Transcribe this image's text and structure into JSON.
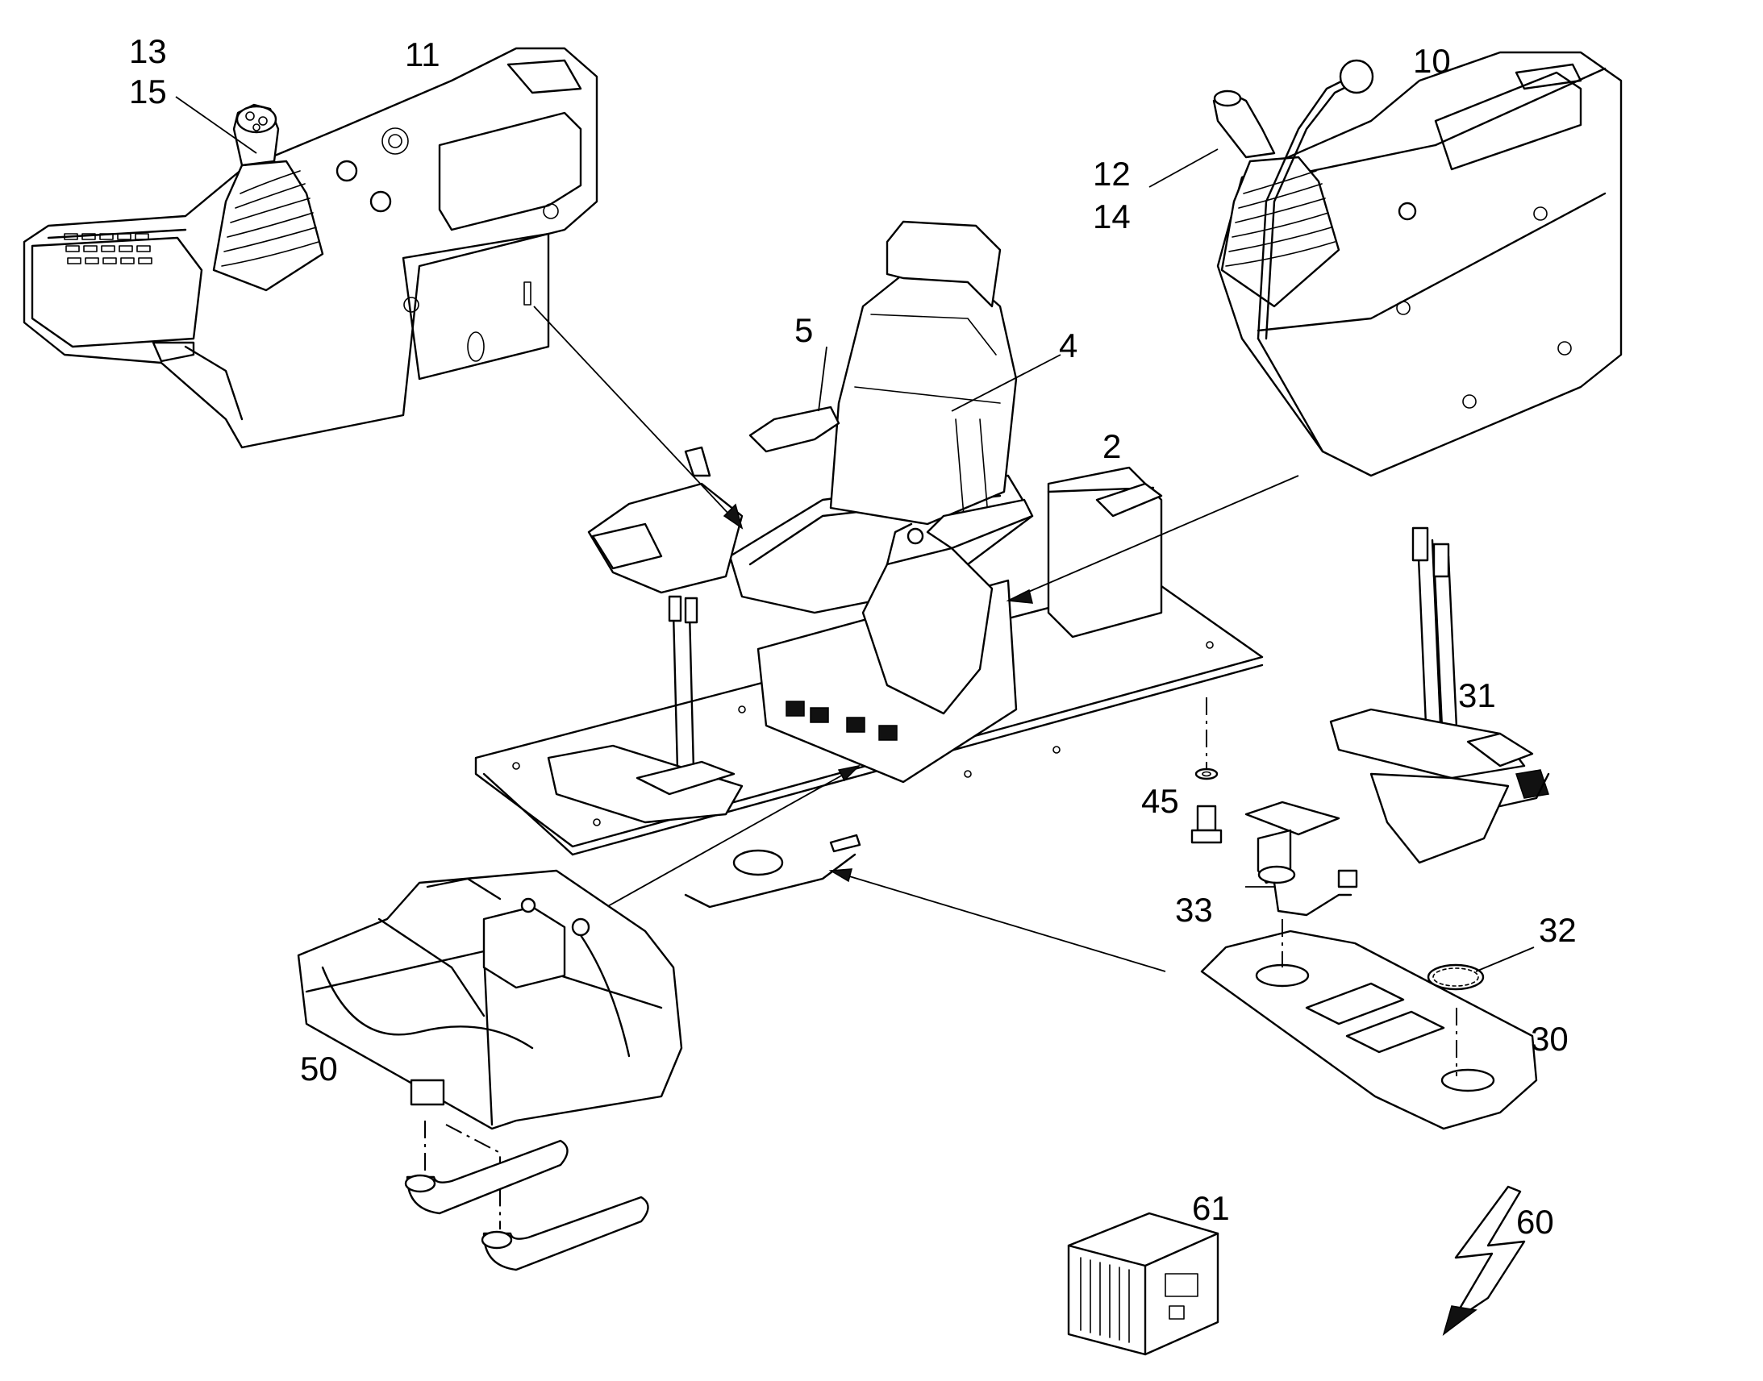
{
  "callouts": {
    "c13": "13",
    "c15": "15",
    "c11": "11",
    "c10": "10",
    "c12": "12",
    "c14": "14",
    "c5": "5",
    "c4": "4",
    "c2": "2",
    "c31": "31",
    "c45": "45",
    "c33": "33",
    "c32": "32",
    "c30": "30",
    "c50": "50",
    "c61": "61",
    "c60": "60"
  }
}
